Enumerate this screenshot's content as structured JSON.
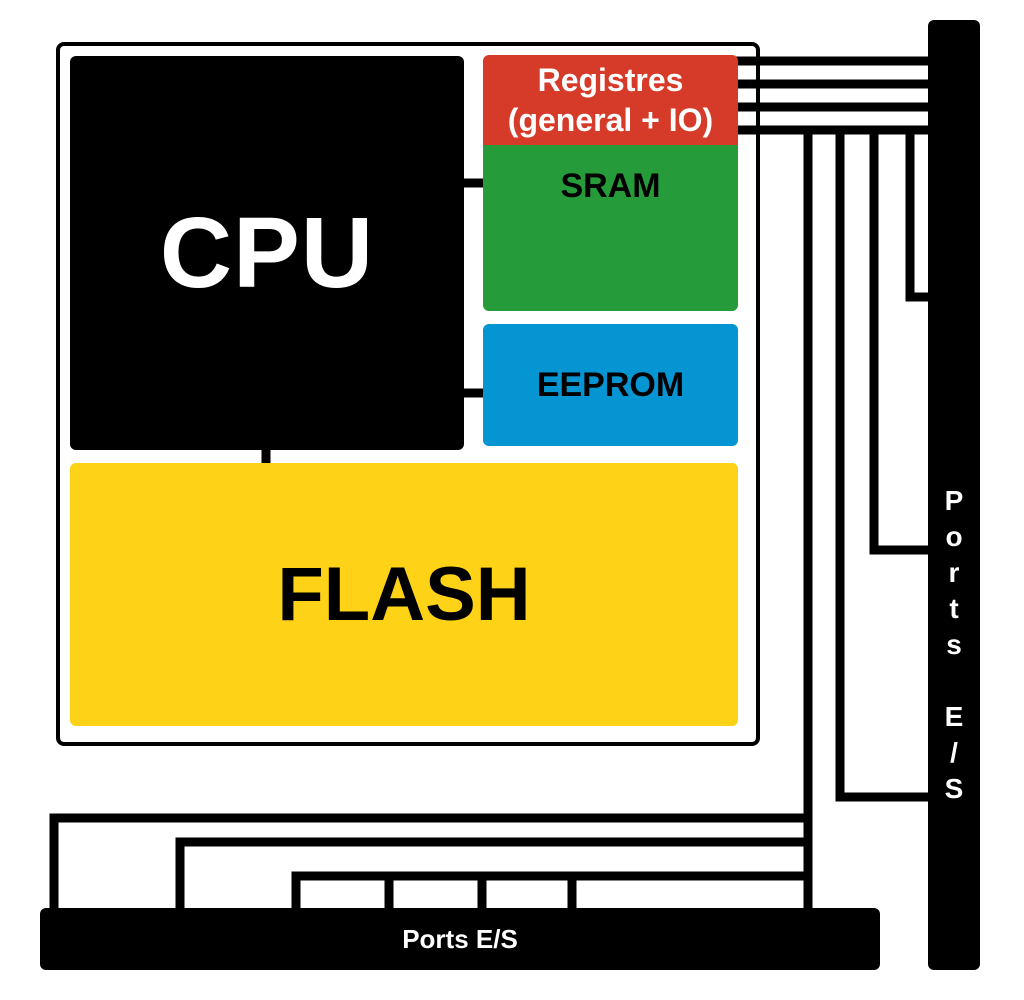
{
  "blocks": {
    "cpu": "CPU",
    "registers_line1": "Registres",
    "registers_line2": "(general + IO)",
    "sram": "SRAM",
    "eeprom": "EEPROM",
    "flash": "FLASH"
  },
  "ports": {
    "right_label": "Ports E/S",
    "bottom_label": "Ports E/S"
  },
  "colors": {
    "registers": "#d63b2a",
    "sram": "#259b3a",
    "eeprom": "#0695d3",
    "flash": "#fdd217",
    "cpu": "#000000",
    "ports": "#000000"
  }
}
